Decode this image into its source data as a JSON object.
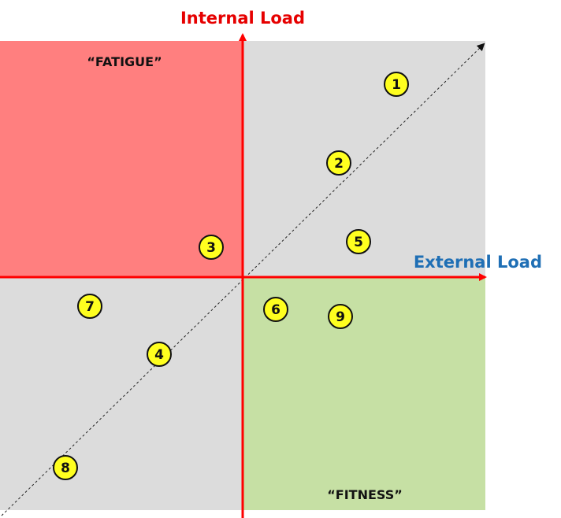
{
  "axes": {
    "y_label": "Internal Load",
    "x_label": "External Load",
    "y_color": "#e60000",
    "x_color": "#1f6fb5",
    "axis_line_color": "#ff0000"
  },
  "quadrants": {
    "top_left": {
      "label": "“FATIGUE”",
      "color": "#ff7f7f"
    },
    "top_right": {
      "color": "#dcdcdc"
    },
    "bottom_left": {
      "color": "#dcdcdc"
    },
    "bottom_right": {
      "label": "“FITNESS”",
      "color": "#c6e0a4"
    }
  },
  "diagonal": {
    "style": "dashed",
    "direction": "bottom-left-to-top-right"
  },
  "markers": {
    "fill": "#ffff1f",
    "stroke": "#111111",
    "items": [
      {
        "id": "1",
        "label": "1"
      },
      {
        "id": "2",
        "label": "2"
      },
      {
        "id": "3",
        "label": "3"
      },
      {
        "id": "4",
        "label": "4"
      },
      {
        "id": "5",
        "label": "5"
      },
      {
        "id": "6",
        "label": "6"
      },
      {
        "id": "7",
        "label": "7"
      },
      {
        "id": "8",
        "label": "8"
      },
      {
        "id": "9",
        "label": "9"
      }
    ]
  }
}
